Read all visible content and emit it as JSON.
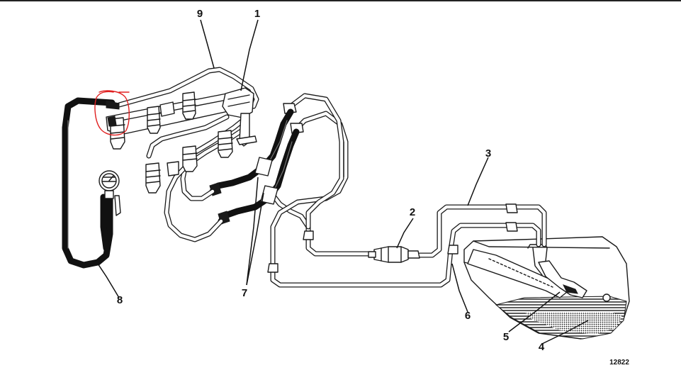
{
  "callouts": {
    "c1": "1",
    "c2": "2",
    "c3": "3",
    "c4": "4",
    "c5": "5",
    "c6": "6",
    "c7": "7",
    "c8": "8",
    "c9": "9"
  },
  "figure_number": "12822",
  "colors": {
    "ink": "#1a1a1a",
    "annotation": "#e02020",
    "background": "#ffffff"
  }
}
